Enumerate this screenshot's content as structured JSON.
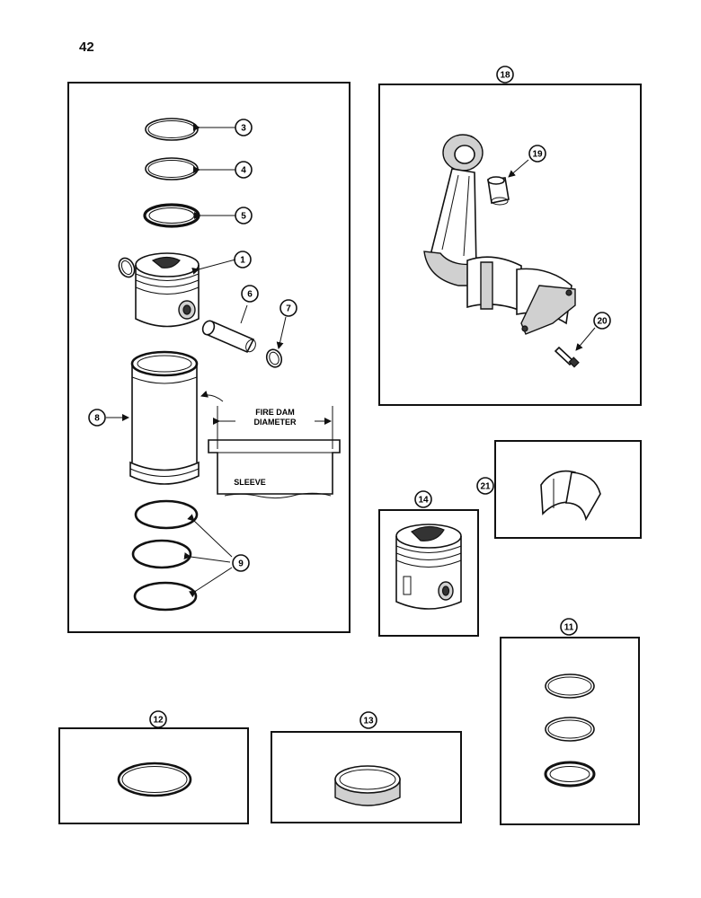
{
  "page": {
    "number": "42"
  },
  "callouts": {
    "c1": "1",
    "c3": "3",
    "c4": "4",
    "c5": "5",
    "c6": "6",
    "c7": "7",
    "c8": "8",
    "c9": "9",
    "c11": "11",
    "c12": "12",
    "c13": "13",
    "c14": "14",
    "c18": "18",
    "c19": "19",
    "c20": "20",
    "c21": "21"
  },
  "labels": {
    "fire_dam_line1": "FIRE DAM",
    "fire_dam_line2": "DIAMETER",
    "sleeve": "SLEEVE"
  },
  "colors": {
    "ink": "#111111",
    "paper": "#ffffff",
    "shade": "#d0d0d0"
  }
}
